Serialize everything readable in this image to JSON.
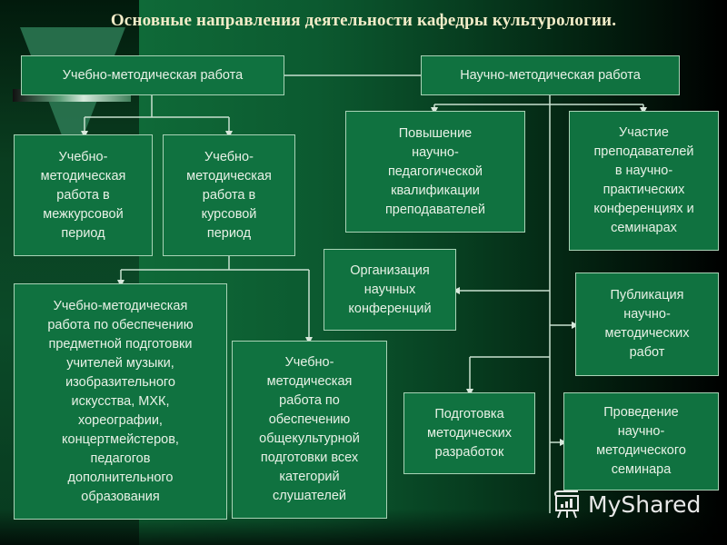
{
  "title": "Основные направления деятельности кафедры культурологии.",
  "colors": {
    "box_fill": "#107240",
    "box_border": "#a9d3b6",
    "box_text": "#e8f1e6",
    "title_text": "#f2ecc8",
    "connector": "#c8e0cf"
  },
  "boxes": {
    "teaching_main": "Учебно-методическая  работа",
    "science_main": "Научно-методическая работа",
    "interterm": "Учебно-\nметодическая\nработа в\nмежкурсовой\nпериод",
    "term": "Учебно-\nметодическая\nработа в\nкурсовой\nпериод",
    "subject_training": "Учебно-методическая\nработа по обеспечению\nпредметной подготовки\nучителей музыки,\nизобразительного\nискусства, МХК,\nхореографии,\nконцертмейстеров,\nпедагогов\nдополнительного\nобразования",
    "general_culture": "Учебно-\nметодическая\nработа по\nобеспечению\nобщекультурной\nподготовки всех\nкатегорий\nслушателей",
    "qualification": "Повышение\nнаучно-\nпедагогической\nквалификации\nпреподавателей",
    "conferences_participation": "Участие\nпреподавателей\nв научно-\nпрактических\nконференциях и\nсеминарах",
    "conferences_organization": "Организация\nнаучных\nконференций",
    "publications": "Публикация\nнаучно-\nметодических\nработ",
    "method_development": "Подготовка\nметодических\nразработок",
    "seminar": "Проведение\nнаучно-\nметодического\nсеминара"
  },
  "watermark": {
    "text": "MyShared",
    "icon": "presentation-board-icon"
  }
}
